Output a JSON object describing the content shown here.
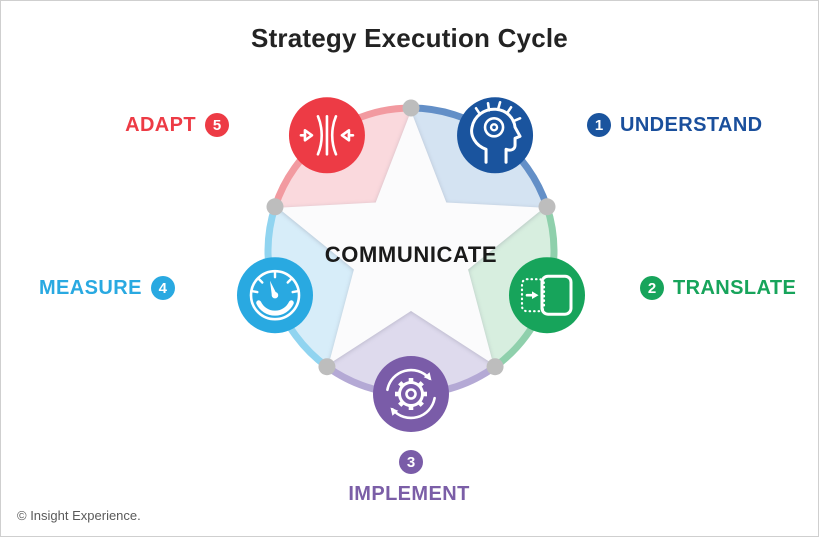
{
  "title": "Strategy Execution Cycle",
  "center": {
    "label": "COMMUNICATE"
  },
  "nodes": [
    {
      "id": "understand",
      "number": "1",
      "label": "UNDERSTAND",
      "color": "#1A549E",
      "arc_color": "#638FC7",
      "segment_color": "#D4E3F2",
      "icon": "idea-head-icon",
      "label_side": "right-of-wheel"
    },
    {
      "id": "translate",
      "number": "2",
      "label": "TRANSLATE",
      "color": "#17A45B",
      "arc_color": "#8FD0AC",
      "segment_color": "#D7EEDF",
      "icon": "translate-shapes-icon",
      "label_side": "right-of-wheel"
    },
    {
      "id": "implement",
      "number": "3",
      "label": "IMPLEMENT",
      "color": "#7A5CA8",
      "arc_color": "#B4A9D5",
      "segment_color": "#DEDAED",
      "icon": "gear-cycle-icon",
      "label_side": "below-wheel"
    },
    {
      "id": "measure",
      "number": "4",
      "label": "MEASURE",
      "color": "#29A9E1",
      "arc_color": "#90D4F0",
      "segment_color": "#D7EDF9",
      "icon": "gauge-icon",
      "label_side": "left-of-wheel"
    },
    {
      "id": "adapt",
      "number": "5",
      "label": "ADAPT",
      "color": "#ED3B45",
      "arc_color": "#F29AA0",
      "segment_color": "#FAD9DD",
      "icon": "converge-icon",
      "label_side": "left-of-wheel"
    }
  ],
  "wheel": {
    "dot_color": "#BDBDBD",
    "star_color": "#FBFBFC"
  },
  "footer": {
    "copyright": "© Insight Experience."
  }
}
